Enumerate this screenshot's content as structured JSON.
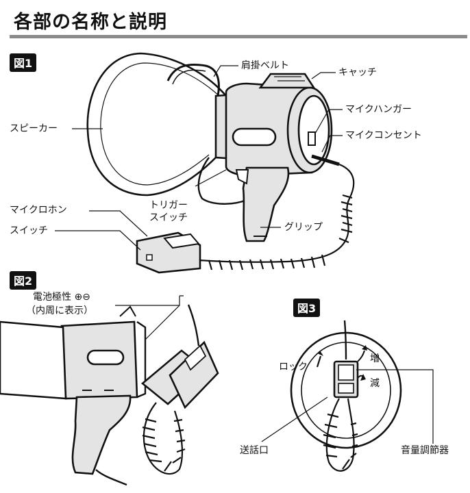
{
  "title": "各部の名称と説明",
  "figures": {
    "fig1": "図1",
    "fig2": "図2",
    "fig3": "図3"
  },
  "fig1_labels": {
    "shoulder_belt": "肩掛ベルト",
    "catch": "キャッチ",
    "speaker": "スピーカー",
    "mic_hanger": "マイクハンガー",
    "mic_outlet": "マイクコンセント",
    "trigger_switch_line1": "トリガー",
    "trigger_switch_line2": "スイッチ",
    "microphone": "マイクロホン",
    "switch": "スイッチ",
    "grip": "グリップ"
  },
  "fig2_labels": {
    "battery_polarity": "電池極性 ⊕⊖",
    "battery_polarity_note": "（内周に表示）"
  },
  "fig3_labels": {
    "lock": "ロック",
    "increase": "増",
    "decrease": "減",
    "mouthpiece": "送話口",
    "volume_control": "音量調節器"
  }
}
